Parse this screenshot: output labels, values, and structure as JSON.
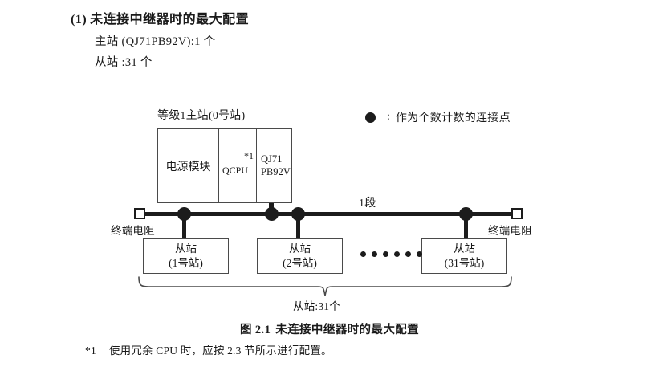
{
  "section": {
    "number": "(1)",
    "title": "未连接中继器时的最大配置",
    "lines": [
      "主站 (QJ71PB92V):1 个",
      "从站 :31 个"
    ]
  },
  "legend": {
    "symbol": "filled-circle",
    "colon": ":",
    "text": "作为个数计数的连接点"
  },
  "diagram": {
    "master": {
      "label": "等级1主站(0号站)",
      "cells": {
        "power": "电源模块",
        "cpu": "QCPU",
        "cpu_footnote_mark": "*1",
        "network_line1": "QJ71",
        "network_line2": "PB92V"
      }
    },
    "segment_label": "1段",
    "terminators": {
      "left_label": "终端电阻",
      "right_label": "终端电阻"
    },
    "slaves": [
      {
        "name": "从站",
        "station": "(1号站)"
      },
      {
        "name": "从站",
        "station": "(2号站)"
      },
      {
        "name": "从站",
        "station": "(31号站)"
      }
    ],
    "ellipsis_count": 6,
    "brace_label": "从站:31个"
  },
  "figure_caption": {
    "number": "图 2.1",
    "title": "未连接中继器时的最大配置"
  },
  "footnote": {
    "mark": "*1",
    "text": "使用冗余 CPU 时，应按 2.3 节所示进行配置。"
  },
  "colors": {
    "ink": "#1c1c1c",
    "box_border": "#4a4a4a",
    "background": "#ffffff"
  }
}
